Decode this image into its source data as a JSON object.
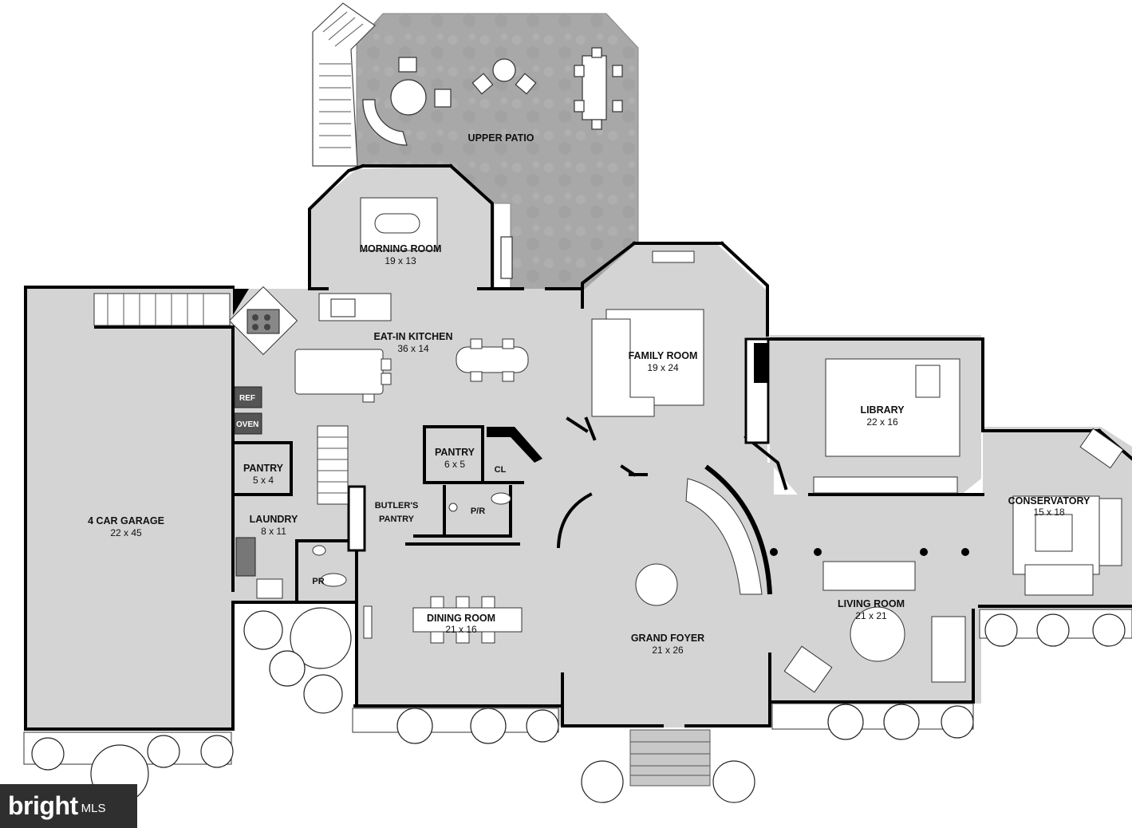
{
  "plan": {
    "rooms": [
      {
        "id": "upper-patio",
        "name": "UPPER PATIO",
        "dim": ""
      },
      {
        "id": "morning-room",
        "name": "MORNING ROOM",
        "dim": "19 x 13"
      },
      {
        "id": "eat-in-kitchen",
        "name": "EAT-IN KITCHEN",
        "dim": "36 x 14"
      },
      {
        "id": "family-room",
        "name": "FAMILY ROOM",
        "dim": "19 x 24"
      },
      {
        "id": "library",
        "name": "LIBRARY",
        "dim": "22 x 16"
      },
      {
        "id": "conservatory",
        "name": "CONSERVATORY",
        "dim": "15 x 18"
      },
      {
        "id": "garage",
        "name": "4 CAR GARAGE",
        "dim": "22 x 45"
      },
      {
        "id": "pantry-left",
        "name": "PANTRY",
        "dim": "5 x 4"
      },
      {
        "id": "laundry",
        "name": "LAUNDRY",
        "dim": "8 x 11"
      },
      {
        "id": "pantry-center",
        "name": "PANTRY",
        "dim": "6 x 5"
      },
      {
        "id": "butlers-pantry",
        "name": "BUTLER'S",
        "dim": "PANTRY"
      },
      {
        "id": "dining-room",
        "name": "DINING ROOM",
        "dim": "21 x 16"
      },
      {
        "id": "grand-foyer",
        "name": "GRAND FOYER",
        "dim": "21 x 26"
      },
      {
        "id": "living-room",
        "name": "LIVING ROOM",
        "dim": "21 x 21"
      }
    ],
    "small_labels": {
      "closet": "CL",
      "powder_room_upper": "P/R",
      "powder_room_lower": "PR"
    },
    "appliances": {
      "refrigerator": "REF",
      "oven": "OVEN"
    },
    "colors": {
      "floor": "#d3d3d3",
      "patio": "#a9a9a9",
      "wall": "#000000",
      "furniture": "#ffffff"
    }
  },
  "watermark": {
    "brand": "bright",
    "suffix": "MLS"
  }
}
